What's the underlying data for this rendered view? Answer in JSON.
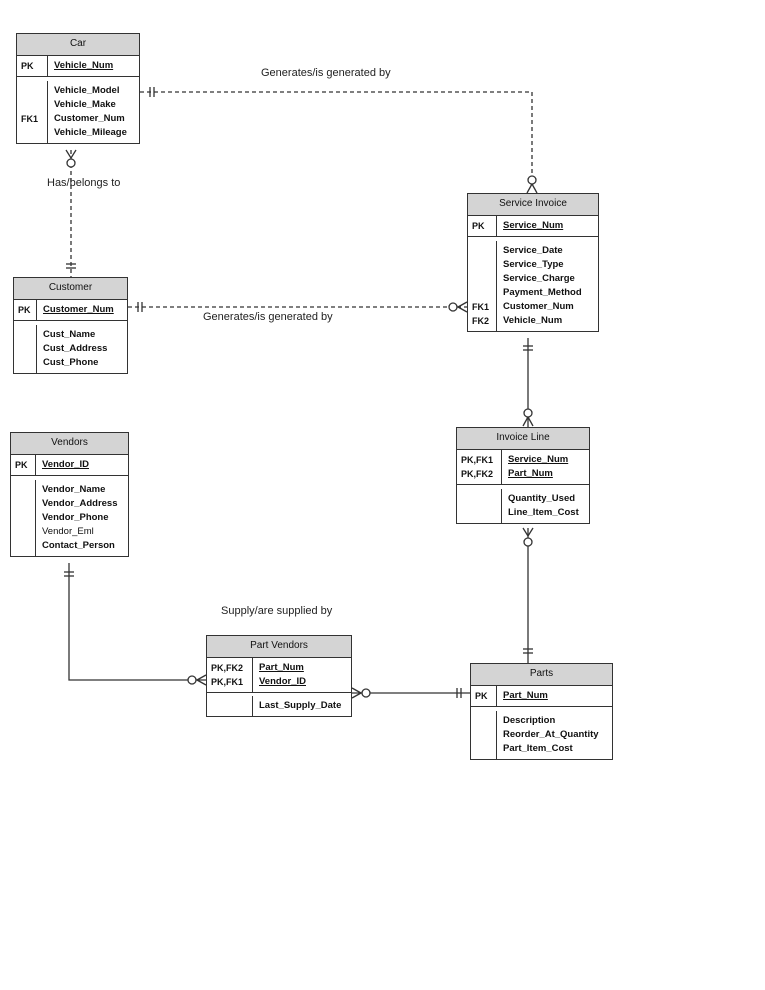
{
  "relationships": {
    "car_invoice": "Generates/is generated by",
    "car_customer": "Has/belongs to",
    "customer_invoice": "Generates/is generated by",
    "vendor_partvendor": "Supply/are supplied by"
  },
  "entities": {
    "car": {
      "title": "Car",
      "pk_keys": [
        "PK"
      ],
      "pk_attrs": [
        "Vehicle_Num"
      ],
      "keys": [
        "",
        "",
        "FK1",
        ""
      ],
      "attrs": [
        "Vehicle_Model",
        "Vehicle_Make",
        "Customer_Num",
        "Vehicle_Mileage"
      ]
    },
    "customer": {
      "title": "Customer",
      "pk_keys": [
        "PK"
      ],
      "pk_attrs": [
        "Customer_Num"
      ],
      "keys": [
        "",
        "",
        ""
      ],
      "attrs": [
        "Cust_Name",
        "Cust_Address",
        "Cust_Phone"
      ]
    },
    "service_invoice": {
      "title": "Service Invoice",
      "pk_keys": [
        "PK"
      ],
      "pk_attrs": [
        "Service_Num"
      ],
      "keys": [
        "",
        "",
        "",
        "",
        "FK1",
        "FK2"
      ],
      "attrs": [
        "Service_Date",
        "Service_Type",
        "Service_Charge",
        "Payment_Method",
        "Customer_Num",
        "Vehicle_Num"
      ]
    },
    "invoice_line": {
      "title": "Invoice Line",
      "pk_keys": [
        "PK,FK1",
        "PK,FK2"
      ],
      "pk_attrs": [
        "Service_Num",
        "Part_Num"
      ],
      "keys": [
        "",
        ""
      ],
      "attrs": [
        "Quantity_Used",
        "Line_Item_Cost"
      ]
    },
    "vendors": {
      "title": "Vendors",
      "pk_keys": [
        "PK"
      ],
      "pk_attrs": [
        "Vendor_ID"
      ],
      "keys": [
        "",
        "",
        "",
        "",
        ""
      ],
      "attrs": [
        "Vendor_Name",
        "Vendor_Address",
        "Vendor_Phone",
        "Vendor_Eml",
        "Contact_Person"
      ]
    },
    "part_vendors": {
      "title": "Part Vendors",
      "pk_keys": [
        "PK,FK2",
        "PK,FK1"
      ],
      "pk_attrs": [
        "Part_Num",
        "Vendor_ID"
      ],
      "keys": [
        ""
      ],
      "attrs": [
        "Last_Supply_Date"
      ]
    },
    "parts": {
      "title": "Parts",
      "pk_keys": [
        "PK"
      ],
      "pk_attrs": [
        "Part_Num"
      ],
      "keys": [
        "",
        "",
        ""
      ],
      "attrs": [
        "Description",
        "Reorder_At_Quantity",
        "Part_Item_Cost"
      ]
    }
  }
}
